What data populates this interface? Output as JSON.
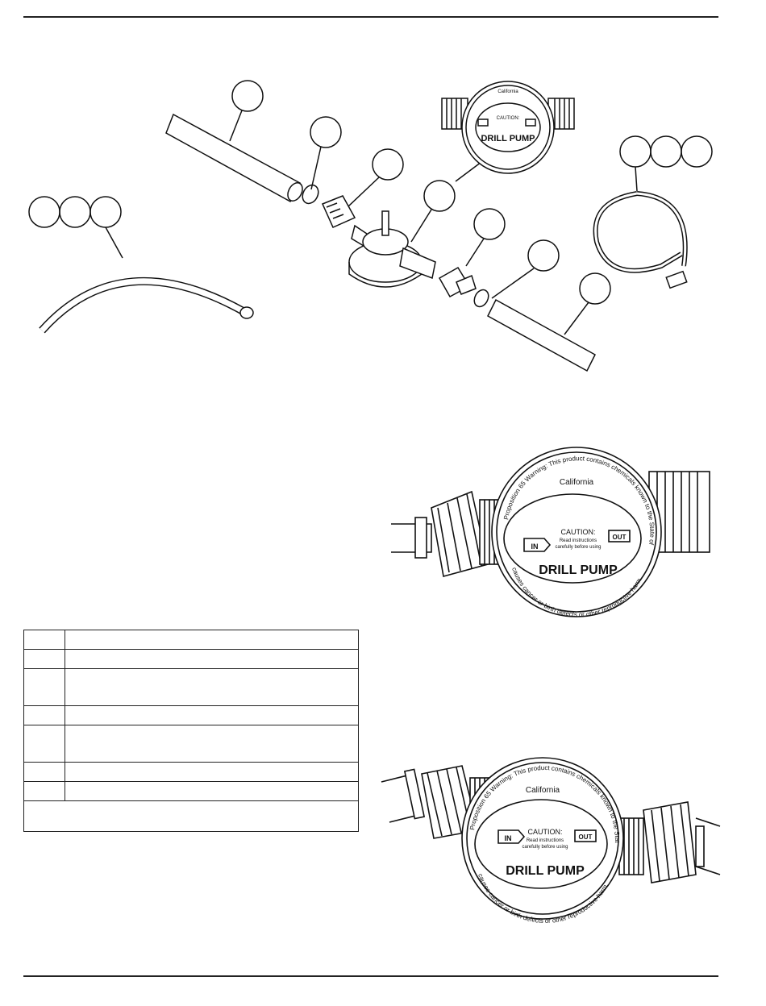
{
  "pump_label": {
    "title": "DRILL PUMP",
    "caution": "CAUTION:",
    "caution_line_1": "Read instructions",
    "caution_line_2": "carefully before using",
    "in_label": "IN",
    "out_label": "OUT",
    "warning_arc": "Proposition 65 Warning: This product contains chemicals known to the State of California to",
    "warning_bottom": "causes cancer or birth defects or other reproductive harm.",
    "california": "California"
  },
  "parts_table": {
    "rows": [
      {
        "no": "",
        "desc": "",
        "height": "single"
      },
      {
        "no": "",
        "desc": "",
        "height": "single"
      },
      {
        "no": "",
        "desc": "",
        "height": "double"
      },
      {
        "no": "",
        "desc": "",
        "height": "single"
      },
      {
        "no": "",
        "desc": "",
        "height": "double"
      },
      {
        "no": "",
        "desc": "",
        "height": "single"
      },
      {
        "no": "",
        "desc": "",
        "height": "single"
      }
    ],
    "note": ""
  }
}
